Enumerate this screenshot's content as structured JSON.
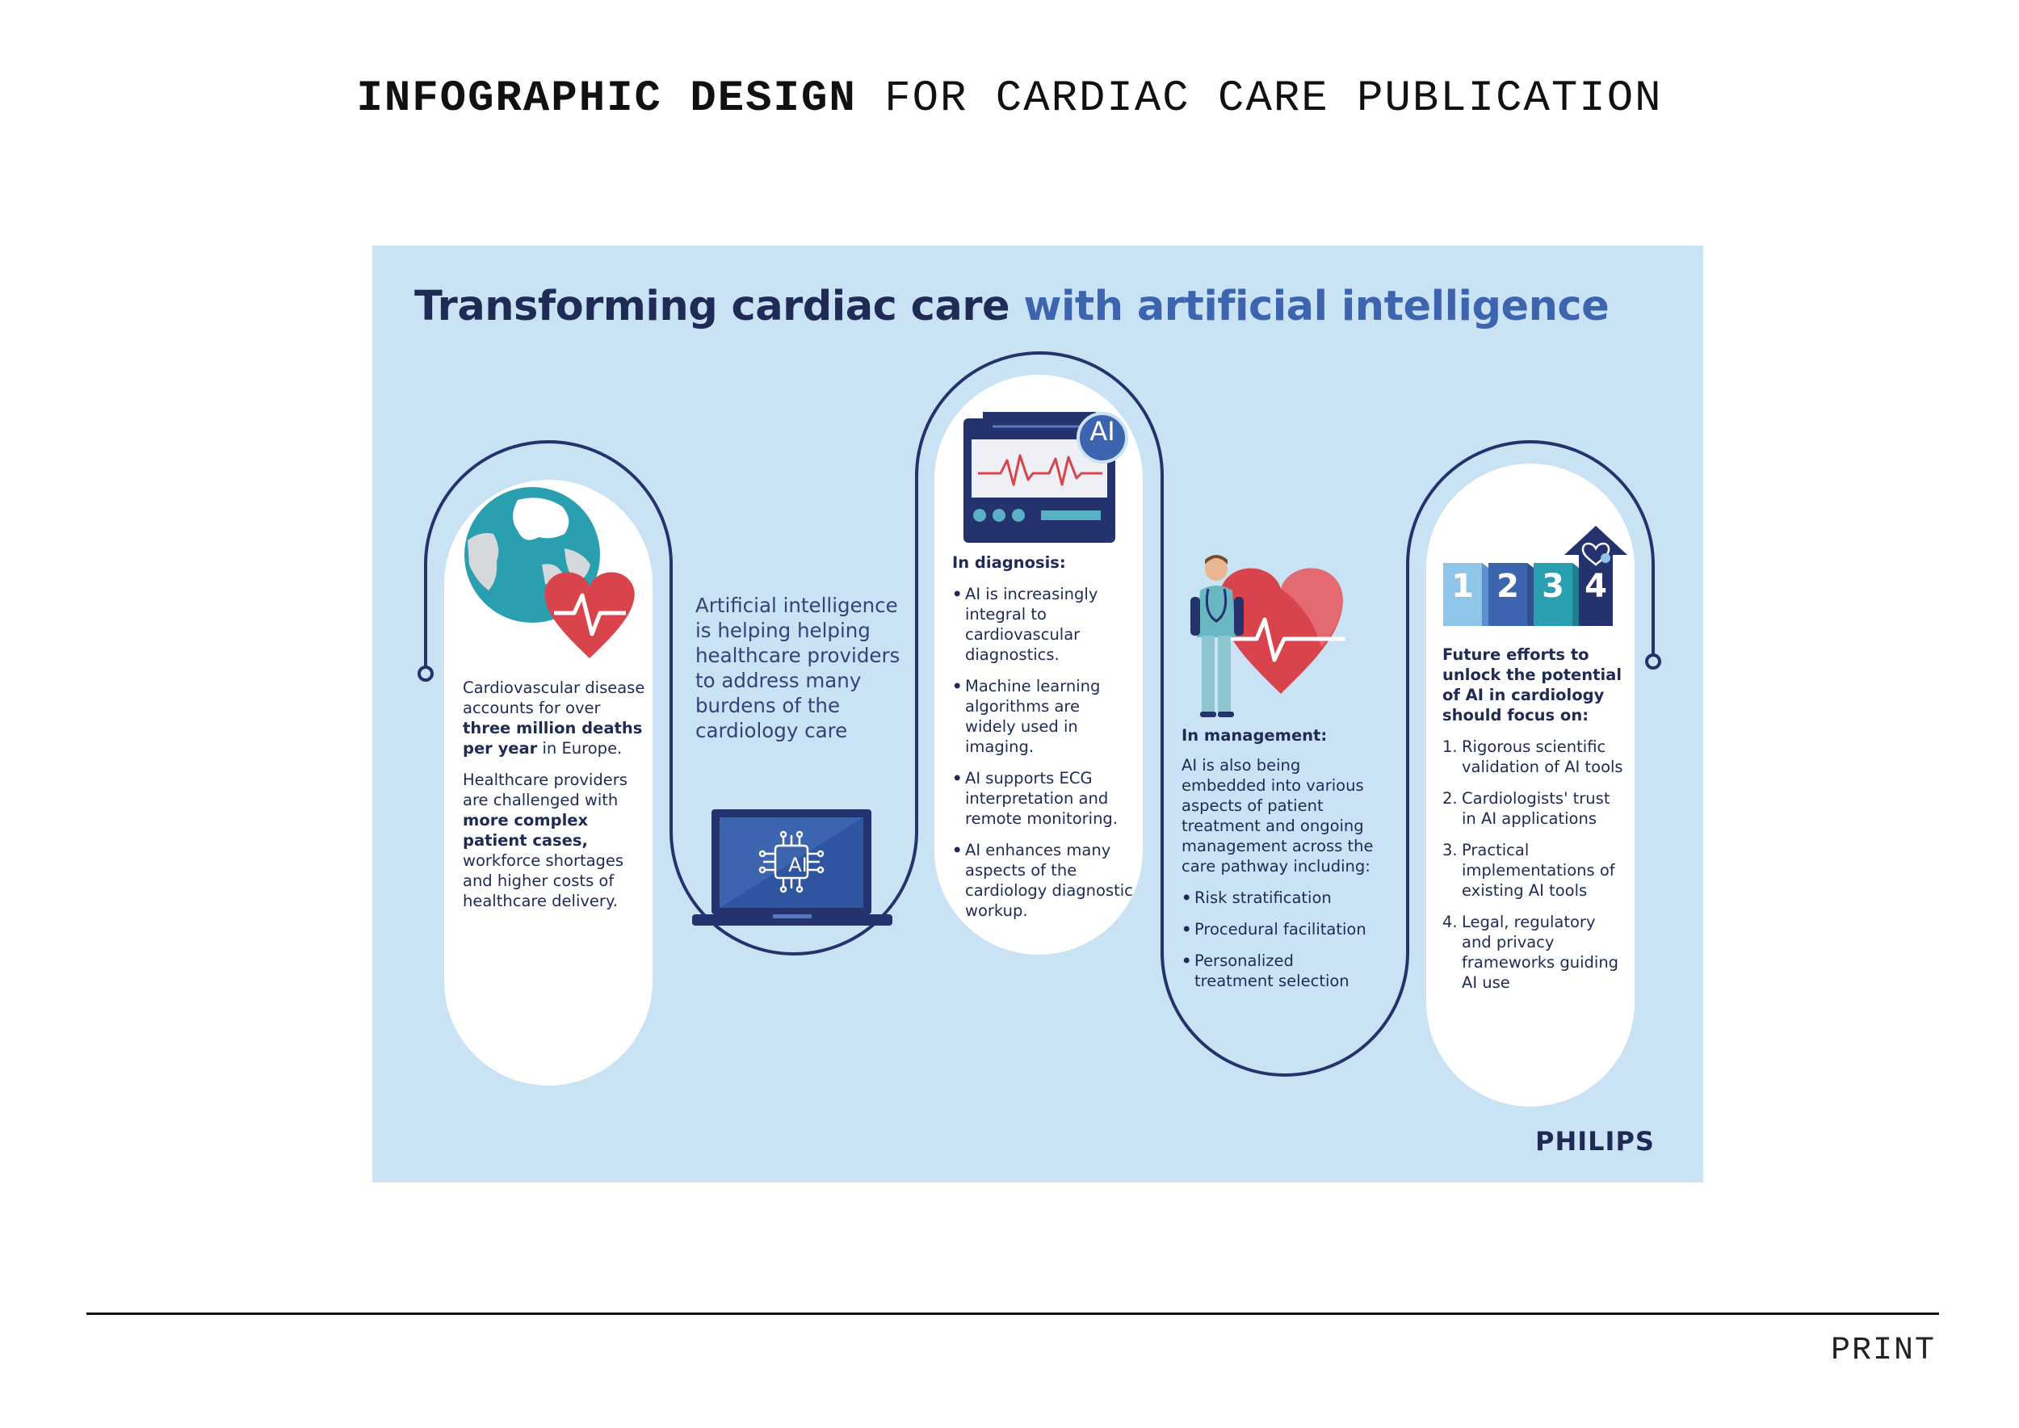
{
  "page": {
    "title_bold": "INFOGRAPHIC DESIGN",
    "title_rest": "FOR CARDIAC CARE PUBLICATION",
    "footer_label": "PRINT"
  },
  "infographic": {
    "headline_dark": "Transforming cardiac care",
    "headline_accent": "with artificial intelligence",
    "brand": "PHILIPS",
    "colors": {
      "background": "#cae3f4",
      "navy": "#1f2a55",
      "accent_blue": "#3d64ae",
      "heart_red": "#d9434b",
      "teal": "#2a9fb0"
    },
    "card1": {
      "icon": "globe-heart-icon",
      "p1": {
        "a": "Cardiovascular disease accounts for over ",
        "b": "three million deaths per year",
        "c": " in Europe."
      },
      "p2": {
        "a": "Healthcare providers are challenged with ",
        "b": "more complex patient cases,",
        "c": " workforce shortages and higher costs of healthcare delivery."
      }
    },
    "card2": {
      "icon": "ai-laptop-icon",
      "text": "Artificial intelligence is helping helping healthcare providers to address many burdens of the cardiology care",
      "chip_label": "AI"
    },
    "card3": {
      "icon": "ecg-monitor-icon",
      "badge": "AI",
      "heading": "In diagnosis:",
      "bullets": [
        "AI is increasingly integral to cardiovascular diagnostics.",
        "Machine learning algorithms are widely used in imaging.",
        "AI supports ECG interpretation and remote monitoring.",
        "AI enhances many aspects of the cardiology diagnostic workup."
      ]
    },
    "card4": {
      "icon": "doctor-heart-icon",
      "heading": "In management:",
      "intro": "AI is also being embedded into various aspects of patient treatment and ongoing management across the care pathway including:",
      "bullets": [
        "Risk stratification",
        "Procedural facilitation",
        "Personalized treatment selection"
      ]
    },
    "card5": {
      "icon": "steps-arrow-icon",
      "steps": [
        "1",
        "2",
        "3",
        "4"
      ],
      "heading": "Future efforts to unlock the potential of AI in cardiology should focus on:",
      "items": [
        {
          "n": "1.",
          "text": "Rigorous scientific validation of AI tools"
        },
        {
          "n": "2.",
          "text": "Cardiologists' trust in AI applications"
        },
        {
          "n": "3.",
          "text": "Practical implementations of existing AI tools"
        },
        {
          "n": "4.",
          "text": "Legal, regulatory and privacy frameworks guiding AI use"
        }
      ]
    }
  }
}
